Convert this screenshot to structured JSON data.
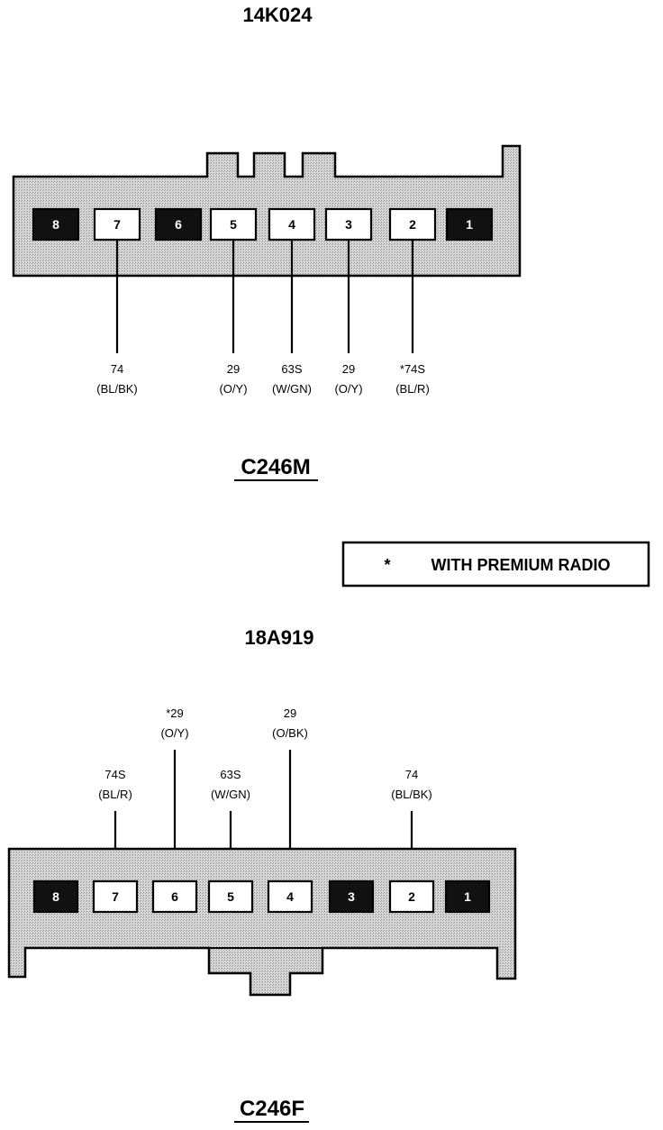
{
  "top": {
    "title": "14K024",
    "connector_id": "C246M",
    "pins": [
      {
        "n": "8",
        "state": "blank"
      },
      {
        "n": "7",
        "state": "used"
      },
      {
        "n": "6",
        "state": "blank"
      },
      {
        "n": "5",
        "state": "used"
      },
      {
        "n": "4",
        "state": "used"
      },
      {
        "n": "3",
        "state": "used"
      },
      {
        "n": "2",
        "state": "used"
      },
      {
        "n": "1",
        "state": "blank"
      }
    ],
    "wires": [
      {
        "pin": "7",
        "circuit": "74",
        "color": "(BL/BK)"
      },
      {
        "pin": "5",
        "circuit": "29",
        "color": "(O/Y)"
      },
      {
        "pin": "4",
        "circuit": "63S",
        "color": "(W/GN)"
      },
      {
        "pin": "3",
        "circuit": "29",
        "color": "(O/Y)"
      },
      {
        "pin": "2",
        "circuit": "*74S",
        "color": "(BL/R)"
      }
    ]
  },
  "note": {
    "star": "*",
    "text": "WITH PREMIUM RADIO"
  },
  "bottom": {
    "title": "18A919",
    "connector_id": "C246F",
    "pins": [
      {
        "n": "8",
        "state": "blank"
      },
      {
        "n": "7",
        "state": "used"
      },
      {
        "n": "6",
        "state": "used"
      },
      {
        "n": "5",
        "state": "used"
      },
      {
        "n": "4",
        "state": "used"
      },
      {
        "n": "3",
        "state": "blank"
      },
      {
        "n": "2",
        "state": "used"
      },
      {
        "n": "1",
        "state": "blank"
      }
    ],
    "wires": [
      {
        "pin": "7",
        "circuit": "74S",
        "color": "(BL/R)"
      },
      {
        "pin": "6",
        "circuit": "*29",
        "color": "(O/Y)"
      },
      {
        "pin": "5",
        "circuit": "63S",
        "color": "(W/GN)"
      },
      {
        "pin": "4",
        "circuit": "29",
        "color": "(O/BK)"
      },
      {
        "pin": "2",
        "circuit": "74",
        "color": "(BL/BK)"
      }
    ]
  },
  "colors": {
    "housing_fill": "#c8c8c8",
    "blank_pin": "#111111",
    "used_pin": "#ffffff",
    "line": "#000000"
  }
}
